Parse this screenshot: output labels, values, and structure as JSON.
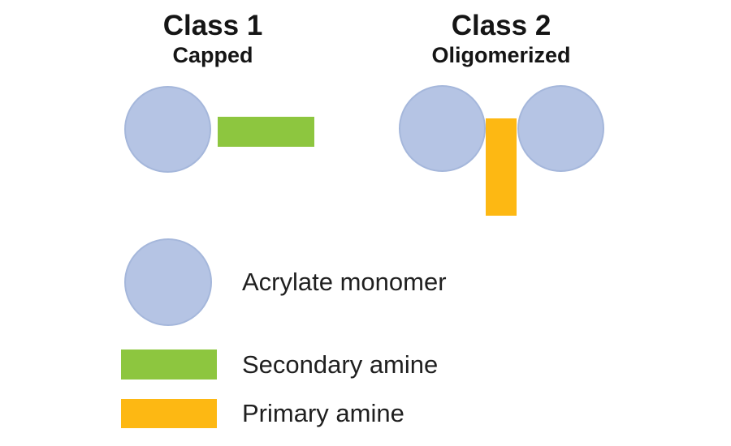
{
  "figure": {
    "classes": [
      {
        "title": "Class 1",
        "subtitle": "Capped"
      },
      {
        "title": "Class 2",
        "subtitle": "Oligomerized"
      }
    ],
    "legend": [
      {
        "label": "Acrylate monomer",
        "shape": "circle",
        "color_key": "acrylate_fill"
      },
      {
        "label": "Secondary amine",
        "shape": "rect",
        "color_key": "secondary_amine"
      },
      {
        "label": "Primary amine",
        "shape": "rect",
        "color_key": "primary_amine"
      }
    ]
  },
  "colors": {
    "background": "#ffffff",
    "text": "#1a1a1a",
    "acrylate_fill": "#b5c4e4",
    "acrylate_border": "#a5b7db",
    "secondary_amine": "#8dc63f",
    "primary_amine": "#fdb813"
  }
}
